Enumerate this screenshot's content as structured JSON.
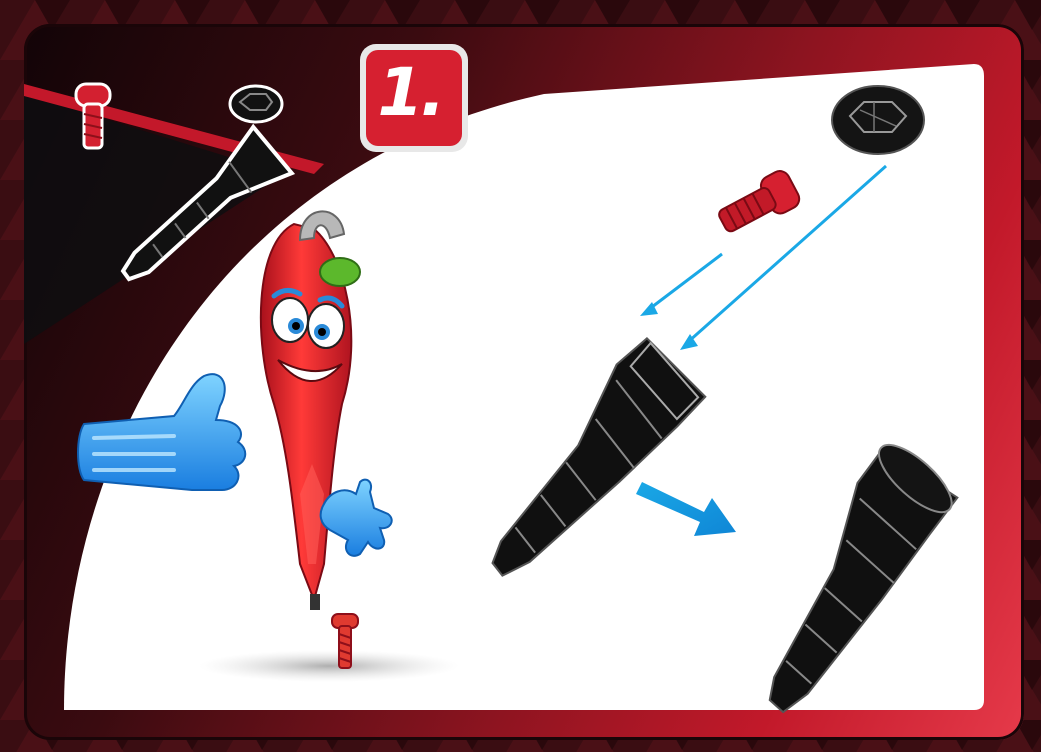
{
  "step": {
    "label": "1."
  },
  "parts_overview": {
    "items": [
      "red-screw",
      "black-cap",
      "black-barrel"
    ]
  },
  "instruction": {
    "steps": [
      "insert-screw-and-cap",
      "result-assembled-barrel"
    ]
  },
  "colors": {
    "accent_red": "#d62030",
    "arrow_blue": "#1aa8e6",
    "panel_white": "#ffffff",
    "part_black": "#111111"
  }
}
